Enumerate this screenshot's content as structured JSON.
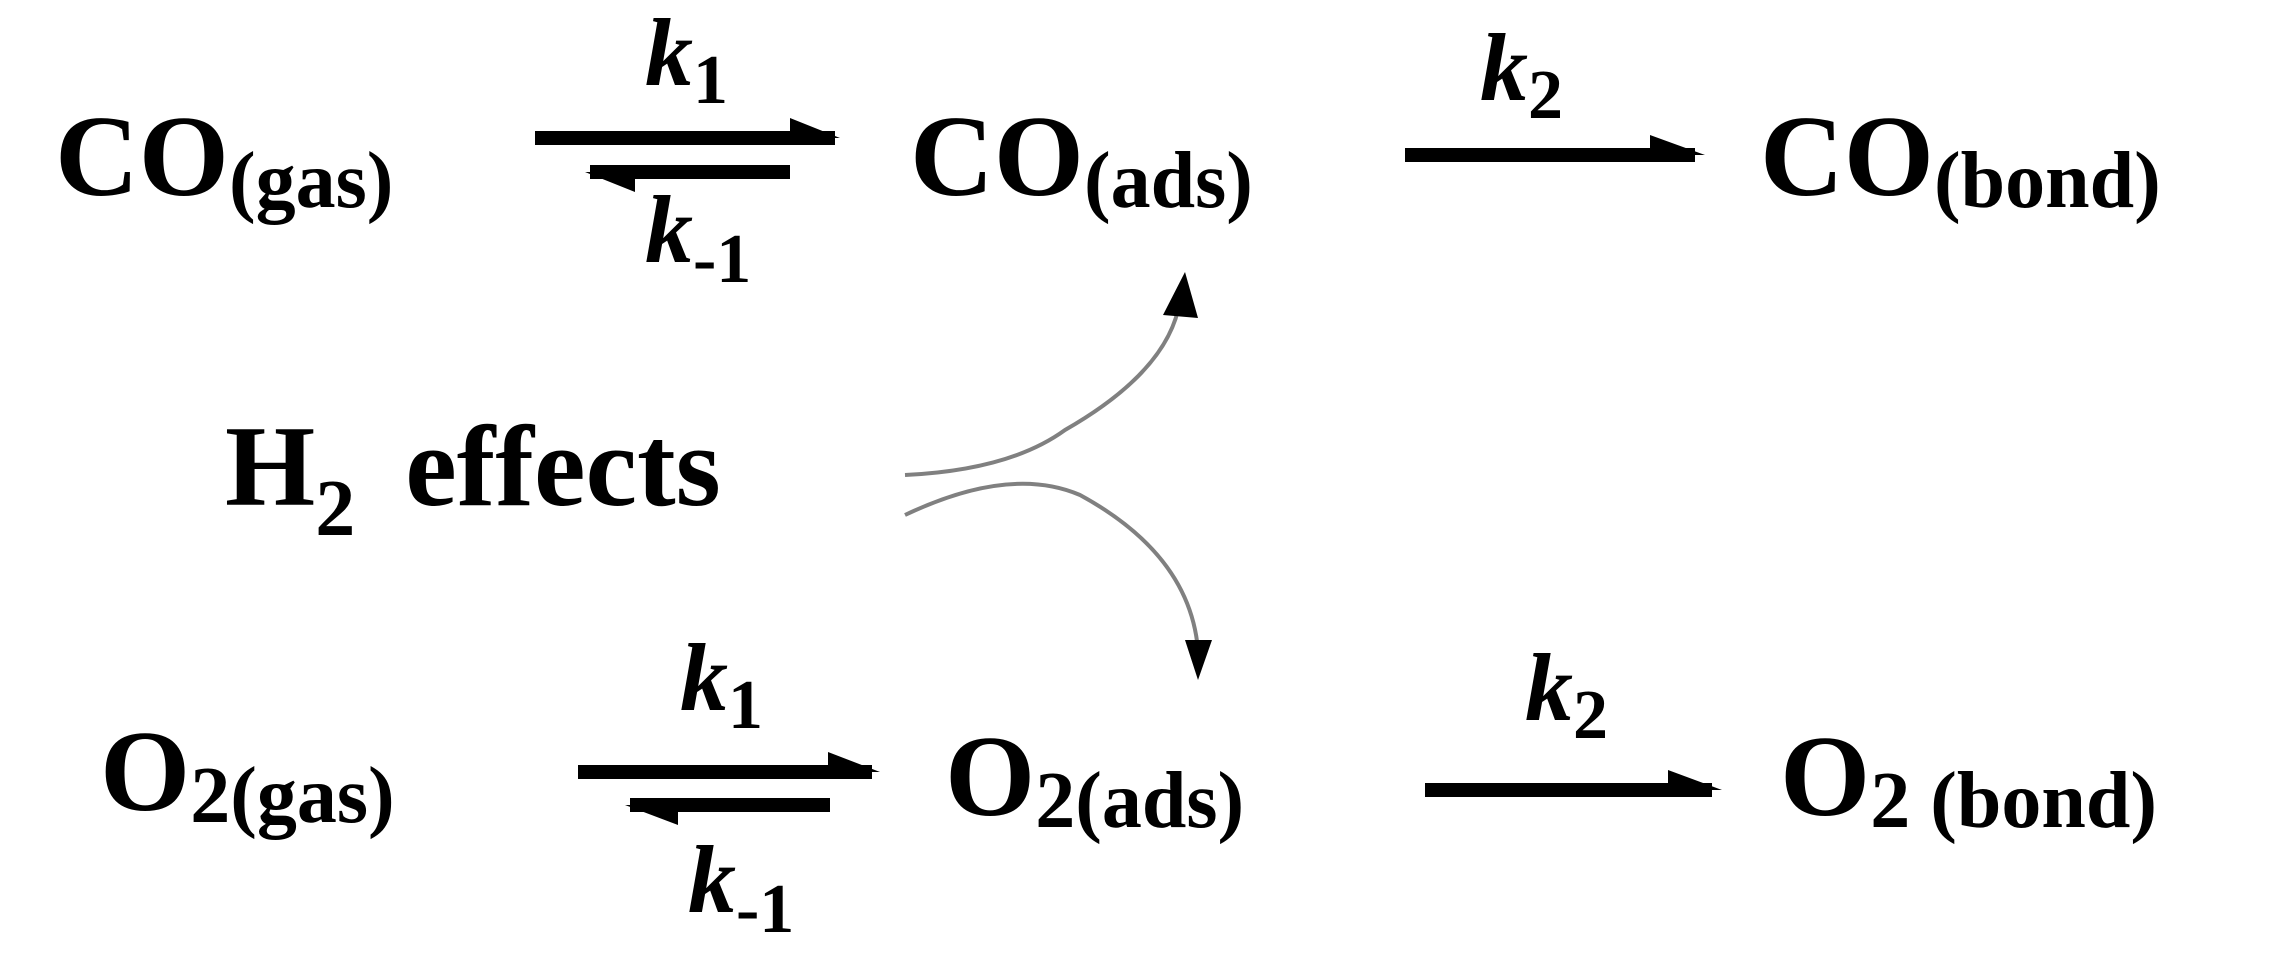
{
  "diagram": {
    "row_co": {
      "gas": {
        "main": "CO",
        "sub": "(gas)"
      },
      "ads": {
        "main": "CO",
        "sub": "(ads)"
      },
      "bond": {
        "main": "CO",
        "sub": "(bond)"
      },
      "forward_rate": {
        "main": "k",
        "sub": "1"
      },
      "reverse_rate": {
        "main": "k",
        "sub": "-1"
      },
      "product_rate": {
        "main": "k",
        "sub": "2"
      }
    },
    "row_o2": {
      "gas": {
        "main": "O",
        "sub": "2(gas)"
      },
      "ads": {
        "main": "O",
        "sub": "2(ads)"
      },
      "bond": {
        "main": "O",
        "sub": "2 (bond)"
      },
      "forward_rate": {
        "main": "k",
        "sub": "1"
      },
      "reverse_rate": {
        "main": "k",
        "sub": "-1"
      },
      "product_rate": {
        "main": "k",
        "sub": "2"
      }
    },
    "effect": {
      "main": "H",
      "sub": "2",
      "word": "effects"
    },
    "colors": {
      "text": "#000000",
      "curve": "#808080"
    }
  }
}
